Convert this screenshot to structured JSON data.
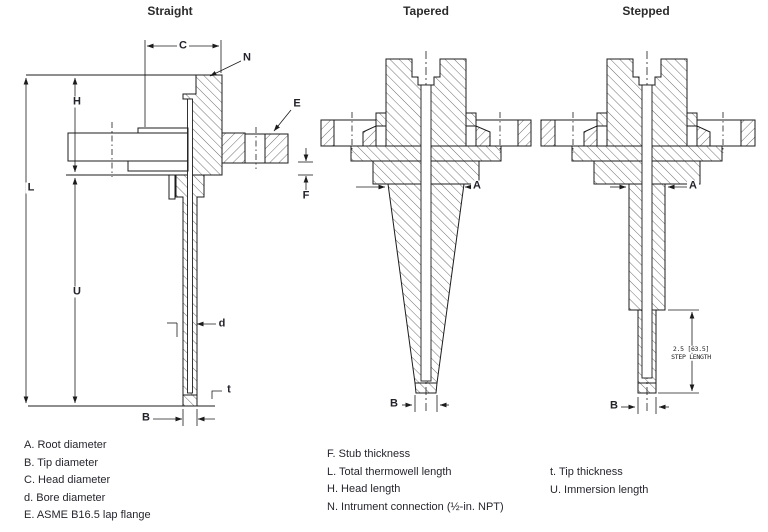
{
  "titles": {
    "straight": "Straight",
    "tapered": "Tapered",
    "stepped": "Stepped"
  },
  "labels": {
    "straight": {
      "c": "C",
      "n": "N",
      "h": "H",
      "l": "L",
      "u": "U",
      "e": "E",
      "f": "F",
      "d": "d",
      "t": "t",
      "b": "B"
    },
    "tapered": {
      "a": "A",
      "b": "B"
    },
    "stepped": {
      "a": "A",
      "b": "B",
      "step_value": "2.5 [63.5]",
      "step_caption": "STEP LENGTH"
    }
  },
  "legend": {
    "column1": [
      "A. Root diameter",
      "B. Tip diameter",
      "C. Head diameter",
      "d. Bore diameter",
      "E. ASME B16.5 lap flange"
    ],
    "column2": [
      "F. Stub thickness",
      "L. Total thermowell length",
      "H. Head length",
      "N. Intrument connection (½-in. NPT)"
    ],
    "column3": [
      "t. Tip thickness",
      "U. Immersion length"
    ]
  },
  "colors": {
    "line": "#1c1c1c",
    "hatch": "#3f3f3f",
    "label": "#23232c",
    "title": "#2b2b2b",
    "text": "#26262e",
    "background": "#ffffff"
  }
}
